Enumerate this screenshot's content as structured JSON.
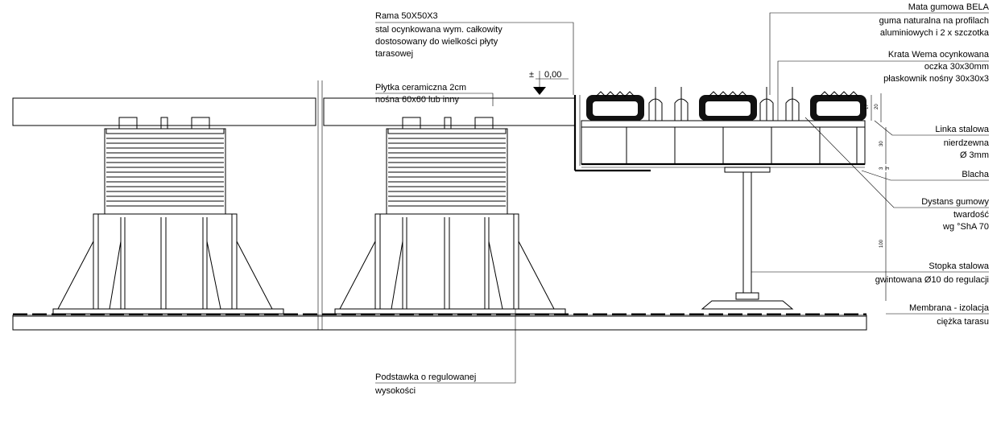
{
  "labels": {
    "rama": [
      "Rama 50X50X3",
      "stal ocynkowana wym. całkowity",
      "dostosowany do wielkości płyty",
      "tarasowej"
    ],
    "plytka": [
      "Płytka ceramiczna 2cm",
      "nośna 60x60 lub inny"
    ],
    "level": [
      "±",
      "0,00"
    ],
    "mata": [
      "Mata gumowa BELA",
      "guma naturalna na profilach",
      "aluminiowych i 2 x szczotka"
    ],
    "krata": [
      "Krata Wema ocynkowana",
      "oczka 30x30mm",
      "płaskownik nośny 30x30x3"
    ],
    "linka": [
      "Linka stalowa",
      "nierdzewna",
      "Ø 3mm"
    ],
    "blacha": [
      "Blacha"
    ],
    "dystans": [
      "Dystans gumowy",
      "twardość",
      "wg °ShA 70"
    ],
    "stopka": [
      "Stopka stalowa",
      "gwintowana Ø10 do regulacji"
    ],
    "membrana": [
      "Membrana - izolacja",
      "ciężka tarasu"
    ],
    "podstawka": [
      "Podstawka o regulowanej",
      "wysokości"
    ]
  },
  "dimensions": [
    "17",
    "20",
    "30",
    "3",
    "3",
    "100"
  ]
}
